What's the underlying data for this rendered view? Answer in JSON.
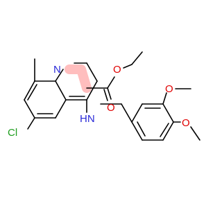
{
  "molecule": {
    "atom_labels": {
      "ring_nitrogen": "N",
      "chlorine": "Cl",
      "amine": "HN",
      "ester_oxygen_single": "O",
      "ester_oxygen_carbonyl": "O",
      "methoxy_oxygen_meta": "O",
      "methoxy_oxygen_para": "O"
    },
    "colors": {
      "nitrogen": "#2a2ad8",
      "chlorine": "#1f9e1f",
      "oxygen": "#e00000",
      "bond": "#000000",
      "highlight": "#ffb3b3"
    }
  }
}
